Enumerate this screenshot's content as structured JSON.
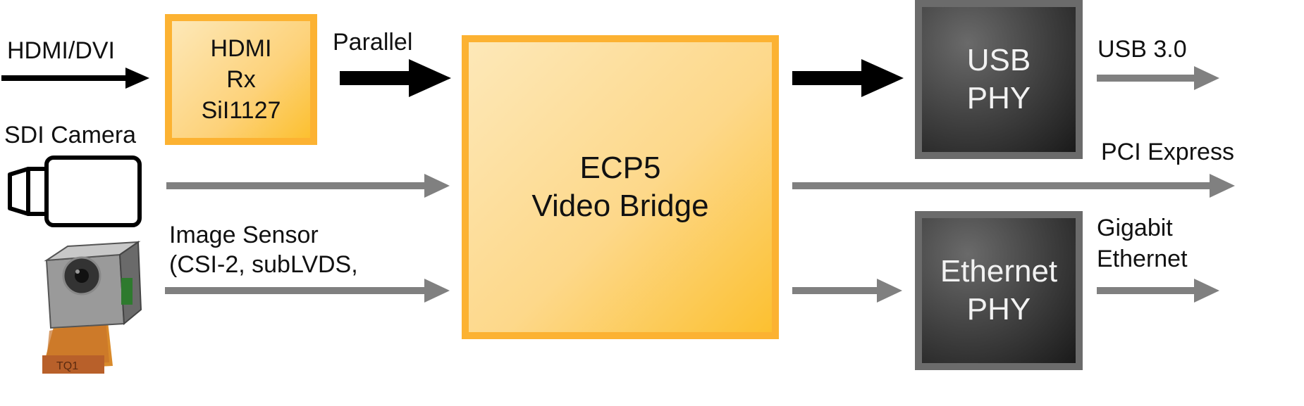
{
  "inputs": {
    "hdmi_dvi": "HDMI/DVI",
    "sdi_camera": "SDI Camera",
    "image_sensor_line1": "Image Sensor",
    "image_sensor_line2": "(CSI-2, subLVDS,",
    "parallel": "Parallel"
  },
  "blocks": {
    "hdmi_rx": [
      "HDMI",
      "Rx",
      "SiI1127"
    ],
    "ecp5": [
      "ECP5",
      "Video Bridge"
    ],
    "usb_phy": [
      "USB",
      "PHY"
    ],
    "ethernet_phy": [
      "Ethernet",
      "PHY"
    ]
  },
  "outputs": {
    "usb": "USB 3.0",
    "pcie": "PCI Express",
    "gige_line1": "Gigabit",
    "gige_line2": "Ethernet"
  },
  "colors": {
    "orange_border": "#fcb232",
    "orange_fill_light": "#fde8b8",
    "orange_fill_dark": "#fcc030",
    "dark_block": "#3d3d3d",
    "arrow_black": "#000000",
    "arrow_gray": "#808080"
  },
  "icons": [
    "video-camera-icon",
    "image-sensor-module-icon"
  ]
}
